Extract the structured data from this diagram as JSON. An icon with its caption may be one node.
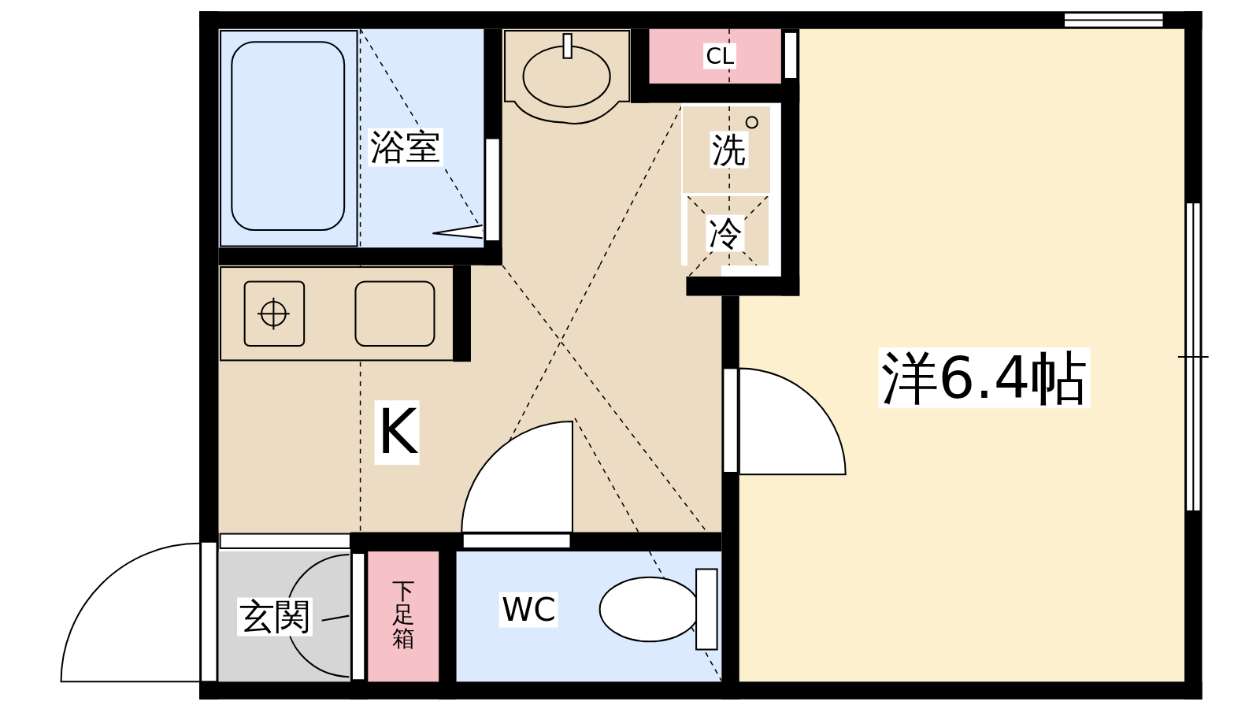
{
  "diagram": {
    "nodes": [
      {
        "text": [
          "浴室"
        ]
      },
      {
        "text": [
          "CL"
        ]
      },
      {
        "text": [
          "洗"
        ]
      },
      {
        "text": [
          "冷"
        ]
      },
      {
        "text": [
          "K"
        ]
      },
      {
        "text": [
          "洋6.4帖"
        ]
      },
      {
        "text": [
          "玄関"
        ]
      },
      {
        "text": [
          "下足箱"
        ]
      },
      {
        "text": [
          "WC"
        ]
      }
    ]
  }
}
